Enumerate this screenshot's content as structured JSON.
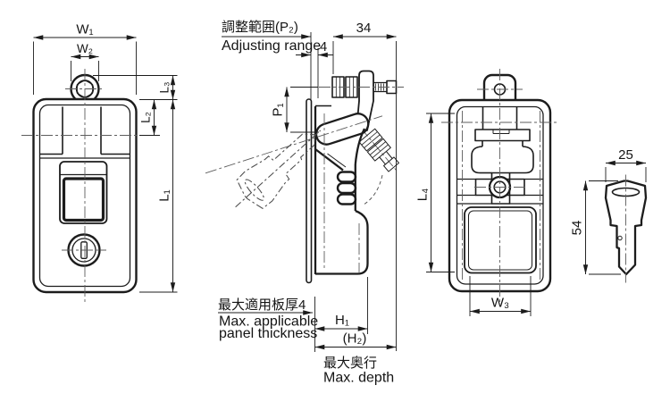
{
  "page": {
    "background": "#ffffff",
    "ink": "#1c1c1c",
    "centerline_color": "#5d5d5d"
  },
  "front_view": {
    "w1": "W₁",
    "w2": "W₂",
    "l3": "L₃",
    "l2": "L₂",
    "l1": "L₁"
  },
  "side_view": {
    "adjusting_range_jp": "調整範囲(P₂)",
    "adjusting_range_en": "Adjusting range",
    "slot_width": "4",
    "keeper_length": "34",
    "p1": "P₁",
    "panel_thickness_jp": "最大適用板厚4",
    "panel_thickness_en1": "Max. applicable",
    "panel_thickness_en2": "panel thickness",
    "h1": "H₁",
    "h2": "(H₂)",
    "max_depth_jp": "最大奥行",
    "max_depth_en": "Max. depth"
  },
  "back_view": {
    "l4": "L₄",
    "w3": "W₃"
  },
  "key_view": {
    "width": "25",
    "length": "54"
  }
}
